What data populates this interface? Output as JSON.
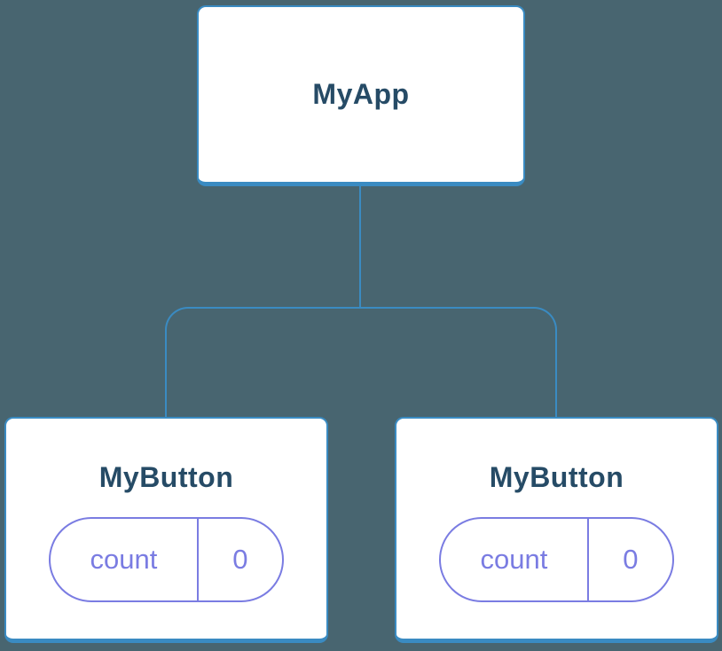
{
  "diagram": {
    "root": {
      "label": "MyApp"
    },
    "children": [
      {
        "label": "MyButton",
        "state": {
          "key": "count",
          "value": "0"
        }
      },
      {
        "label": "MyButton",
        "state": {
          "key": "count",
          "value": "0"
        }
      }
    ]
  },
  "colors": {
    "background": "#486570",
    "node_border": "#3a8bc2",
    "node_label": "#264b66",
    "state_accent": "#7a7ce2"
  }
}
